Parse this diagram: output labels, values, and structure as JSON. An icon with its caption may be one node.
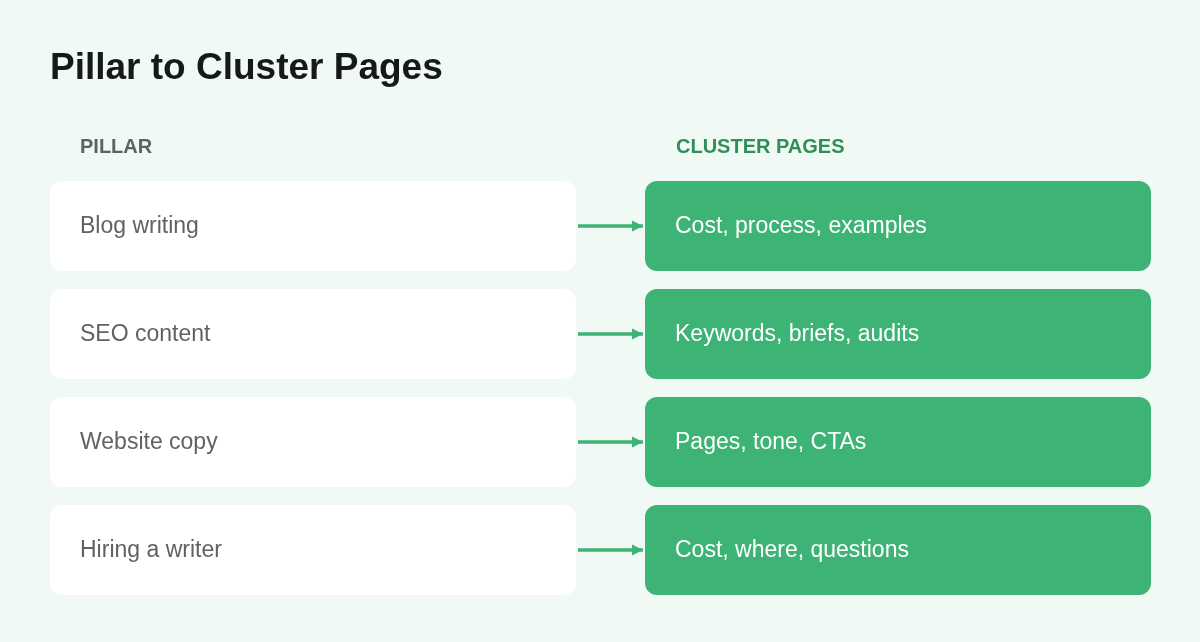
{
  "diagram": {
    "title": "Pillar to Cluster Pages",
    "nodes": [
      {
        "text": [
          "Blog writing"
        ]
      },
      {
        "text": [
          "Cost, process, examples"
        ]
      },
      {
        "text": [
          "SEO content"
        ]
      },
      {
        "text": [
          "Keywords, briefs, audits"
        ]
      },
      {
        "text": [
          "Website copy"
        ]
      },
      {
        "text": [
          "Pages, tone, CTAs"
        ]
      },
      {
        "text": [
          "Hiring a writer"
        ]
      },
      {
        "text": [
          "Cost, where, questions"
        ]
      }
    ],
    "edges": [
      {
        "from": 0,
        "to": 1,
        "arrow": "to"
      },
      {
        "from": 2,
        "to": 3,
        "arrow": "to"
      },
      {
        "from": 4,
        "to": 5,
        "arrow": "to"
      },
      {
        "from": 6,
        "to": 7,
        "arrow": "to"
      }
    ],
    "labels": [
      "PILLAR",
      "CLUSTER PAGES"
    ]
  }
}
